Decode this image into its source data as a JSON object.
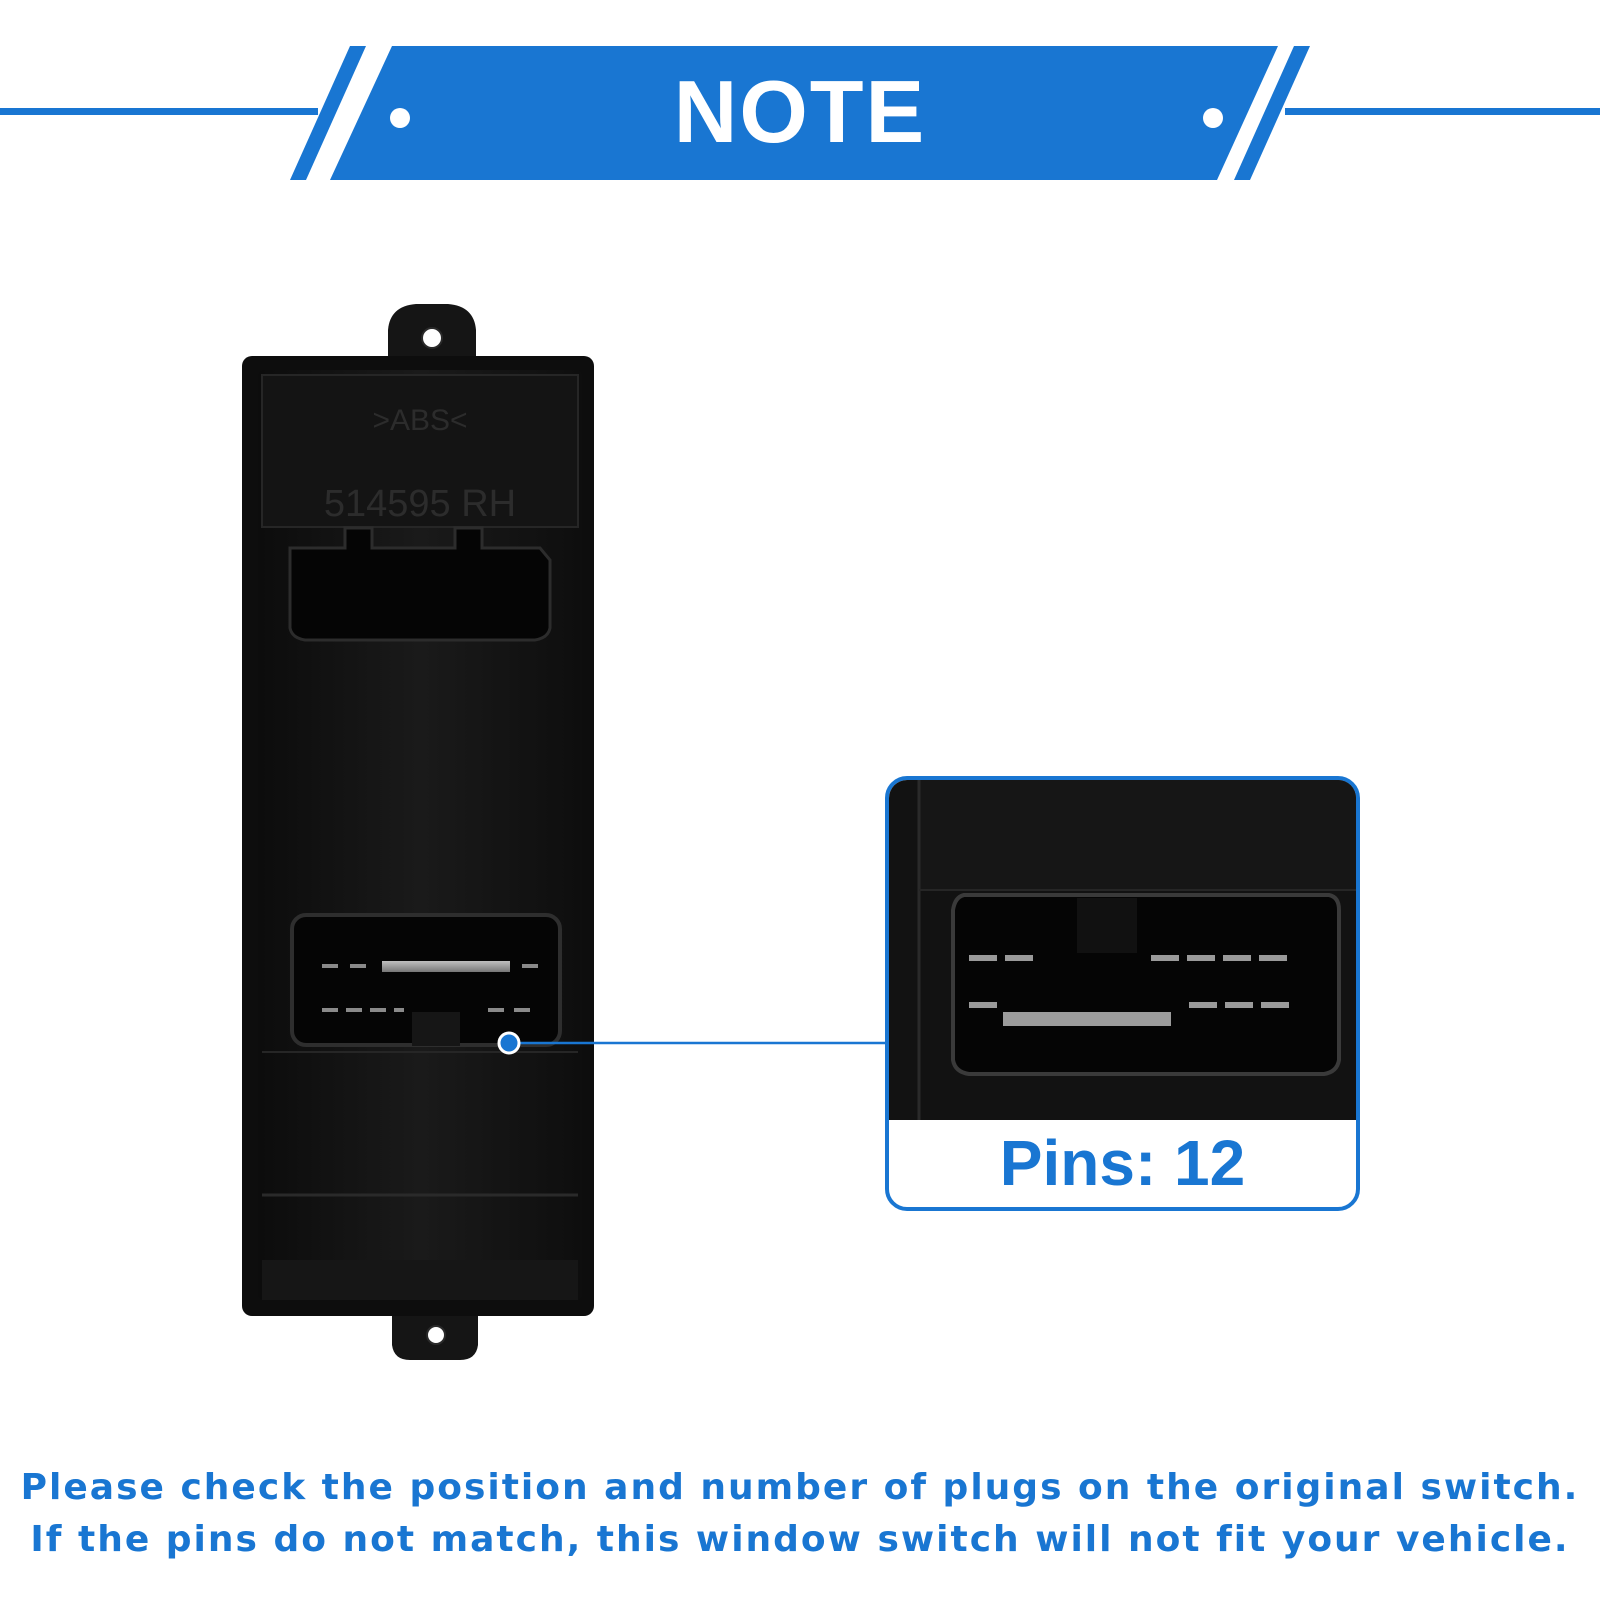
{
  "header": {
    "title": "NOTE"
  },
  "product": {
    "label_material": ">ABS<",
    "label_part": "514595 RH"
  },
  "callout": {
    "pins_text": "Pins: 12"
  },
  "footer": {
    "line1": "Please check the position and number of plugs on the original switch.",
    "line2": "If the pins do not match, this window switch will not fit your vehicle."
  },
  "colors": {
    "accent": "#1976d2",
    "product_body": "#111111"
  }
}
